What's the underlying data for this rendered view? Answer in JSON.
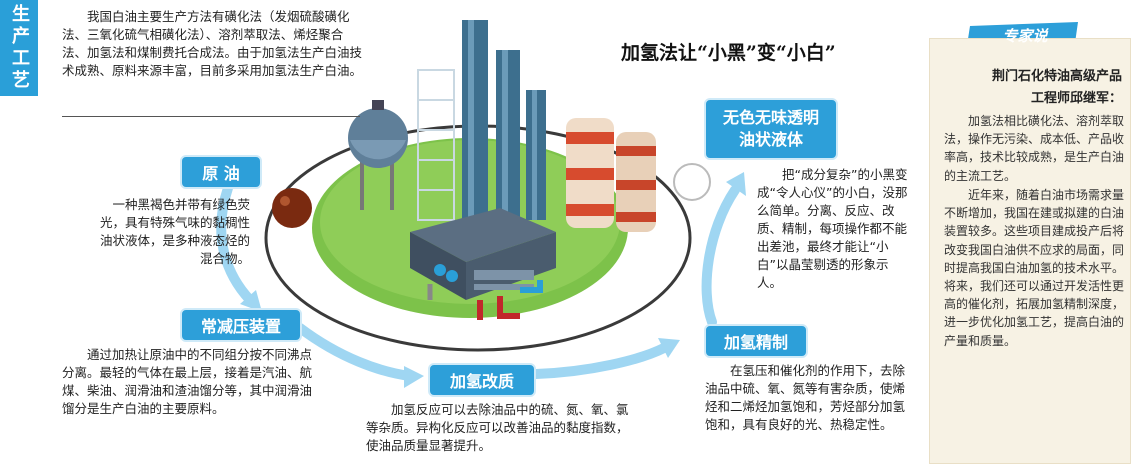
{
  "side_tab": "生产工艺",
  "intro": "我国白油主要生产方法有磺化法（发烟硫酸磺化法、三氧化硫气相磺化法）、溶剂萃取法、烯烃聚合法、加氢法和煤制费托合成法。由于加氢法生产白油技术成熟、原料来源丰富，目前多采用加氢法生产白油。",
  "headline": "加氢法让“小黑”变“小白”",
  "steps": {
    "crude": {
      "label": "原 油",
      "text": "一种黑褐色并带有绿色荧光，具有特殊气味的黏稠性油状液体，是多种液态烃的混合物。"
    },
    "distill": {
      "label": "常减压装置",
      "text": "通过加热让原油中的不同组分按不同沸点分离。最轻的气体在最上层，接着是汽油、航煤、柴油、润滑油和渣油馏分等，其中润滑油馏分是生产白油的主要原料。"
    },
    "modify": {
      "label": "加氢改质",
      "text": "加氢反应可以去除油品中的硫、氮、氧、氯等杂质。异构化反应可以改善油品的黏度指数，使油品质量显著提升。"
    },
    "refine": {
      "label": "加氢精制",
      "text": "在氢压和催化剂的作用下，去除油品中硫、氧、氮等有害杂质，使烯烃和二烯烃加氢饱和，芳烃部分加氢饱和，具有良好的光、热稳定性。"
    },
    "result": {
      "label": "无色无味透明\n油状液体",
      "text": "把“成分复杂”的小黑变成“令人心仪”的小白，没那么简单。分离、反应、改质、精制，每项操作都不能出差池，最终才能让“小白”以晶莹剔透的形象示人。"
    }
  },
  "expert": {
    "tag": "专家说",
    "role_line1": "荆门石化特油高级产品",
    "role_line2": "工程师邱继军：",
    "para1": "加氢法相比磺化法、溶剂萃取法，操作无污染、成本低、产品收率高，技术比较成熟，是生产白油的主流工艺。",
    "para2": "近年来，随着白油市场需求量不断增加，我国在建或拟建的白油装置较多。这些项目建成投产后将改变我国白油供不应求的局面，同时提高我国白油加氢的技术水平。将来，我们还可以通过开发活性更高的催化剂，拓展加氢精制深度，进一步优化加氢工艺，提高白油的产量和质量。"
  },
  "colors": {
    "accent_blue": "#2d9fd9",
    "green_platform": "#7dc24a",
    "expert_bg": "#f7f2e4",
    "crude_ball": "#7a2a10"
  }
}
